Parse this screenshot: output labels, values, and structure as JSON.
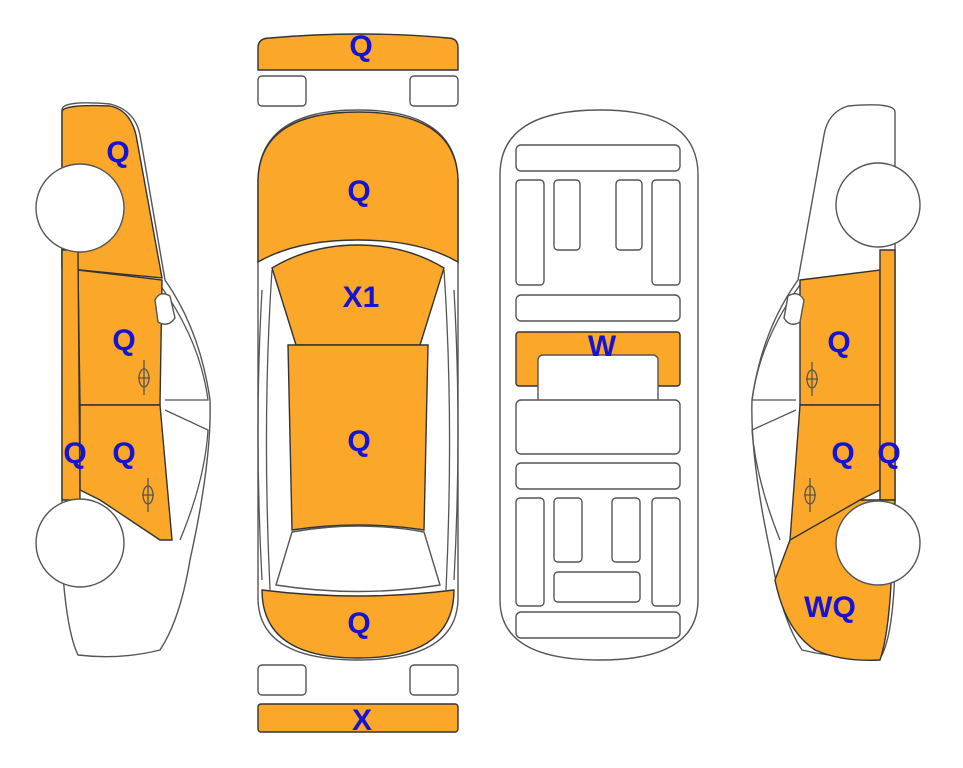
{
  "colors": {
    "damaged_panel": "#FBA72A",
    "label": "#1414D2",
    "outline": "#555555"
  },
  "labels": {
    "front_bumper": "Q",
    "hood": "Q",
    "windshield": "X1",
    "roof": "Q",
    "trunk": "Q",
    "rear_bumper": "X",
    "floor_crossmember": "W",
    "left_front_fender": "Q",
    "left_front_door": "Q",
    "left_rear_door": "Q",
    "left_rocker": "Q",
    "right_front_door": "Q",
    "right_rear_door": "Q",
    "right_rocker": "Q",
    "right_rear_quarter": "WQ"
  }
}
